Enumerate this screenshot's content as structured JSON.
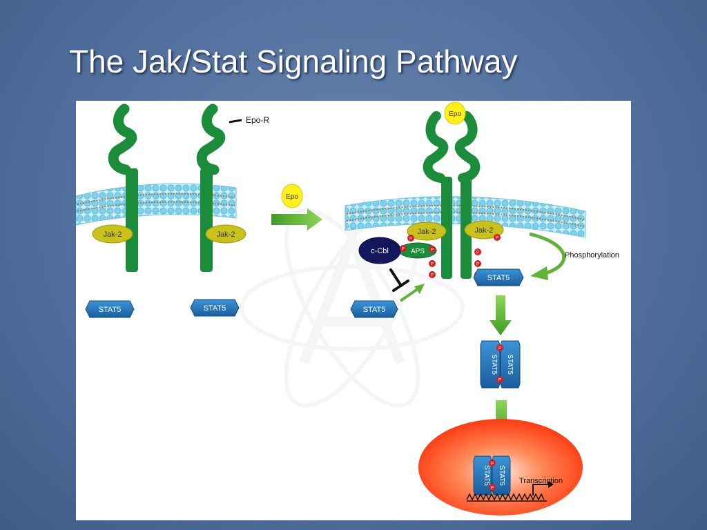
{
  "slide": {
    "title": "The Jak/Stat Signaling Pathway"
  },
  "diagram": {
    "receptor_label": "Epo-R",
    "ligand_label": "Epo",
    "kinase_label": "Jak-2",
    "stat_label": "STAT5",
    "inhibitor_label": "c-Cbl",
    "adaptor_label": "APS",
    "phospho_label": "P",
    "process_label": "Phosphorylation",
    "transcription_label": "Transcription"
  },
  "colors": {
    "background": "#52709e",
    "receptor": "#1a8c3a",
    "jak": "#c9c21a",
    "stat": "#1f6fb5",
    "arrow": "#5fb336",
    "phospho": "#d81e1e",
    "nucleus": "#ff4a1a",
    "cbl": "#14165e"
  }
}
